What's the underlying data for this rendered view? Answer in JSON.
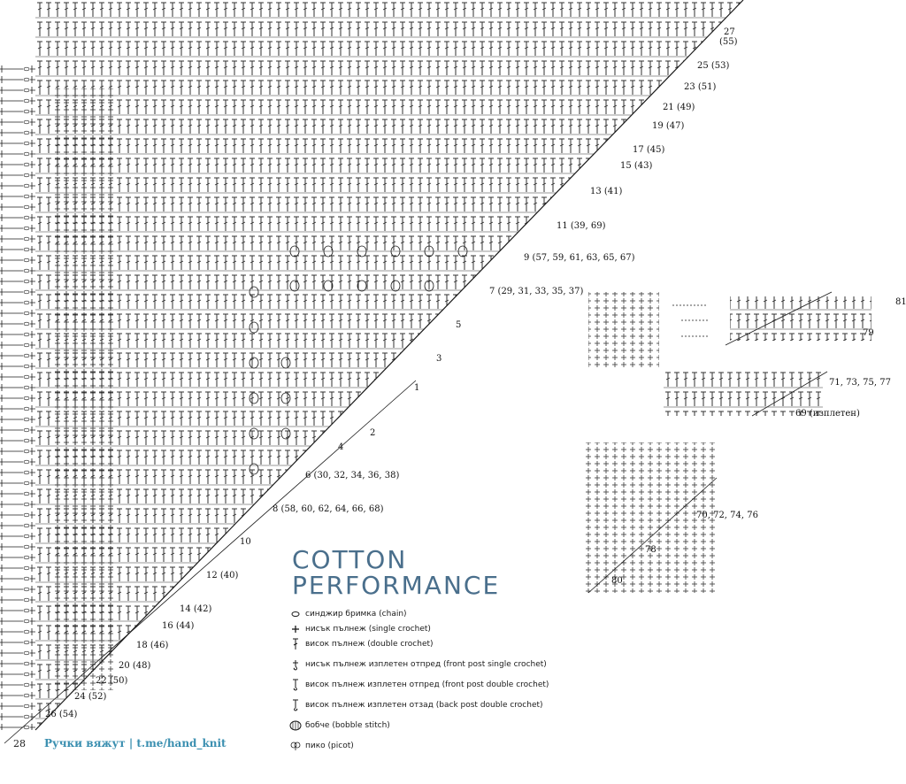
{
  "title": {
    "line1": "COTTON",
    "line2": "PERFORMANCE"
  },
  "main_chart": {
    "row_labels_right": [
      "27",
      "(55)",
      "25 (53)",
      "23 (51)",
      "21 (49)",
      "19 (47)",
      "17 (45)",
      "15 (43)",
      "13 (41)",
      "11 (39, 69)",
      "9 (57, 59, 61, 63, 65, 67)",
      "7 (29, 31, 33, 35, 37)",
      "5",
      "3",
      "1"
    ],
    "row_labels_left": [
      "2",
      "4",
      "6 (30, 32, 34, 36, 38)",
      "8 (58, 60, 62, 64, 66, 68)",
      "10",
      "12 (40)",
      "14 (42)",
      "16 (44)",
      "18 (46)",
      "20 (48)",
      "22 (50)",
      "24 (52)",
      "26 (54)"
    ]
  },
  "edging_chart": {
    "labels": [
      "81",
      "79",
      "71, 73, 75, 77",
      "69 (изплетен)",
      "70, 72, 74, 76",
      "78",
      "80"
    ]
  },
  "legend": [
    {
      "icon": "chain-icon",
      "text": "синджир бримка (chain)"
    },
    {
      "icon": "single-crochet-icon",
      "text": "нисък пълнеж (single crochet)"
    },
    {
      "icon": "double-crochet-icon",
      "text": "висок пълнеж (double crochet)"
    },
    {
      "icon": "fpsc-icon",
      "text": "нисък пълнеж изплетен отпред (front post single crochet)"
    },
    {
      "icon": "fpdc-icon",
      "text": "висок пълнеж изплетен отпред (front post double crochet)"
    },
    {
      "icon": "bpdc-icon",
      "text": "висок пълнеж изплетен отзад (back post double crochet)"
    },
    {
      "icon": "bobble-icon",
      "text": "бобче (bobble stitch)"
    },
    {
      "icon": "picot-icon",
      "text": "пико (picot)"
    }
  ],
  "footer": {
    "page_number": "28",
    "brand": "Ручки вяжут | t.me/hand_knit"
  },
  "colors": {
    "ink": "#1a1a1a",
    "title": "#4a6f8c",
    "brand": "#3a8fb0"
  }
}
